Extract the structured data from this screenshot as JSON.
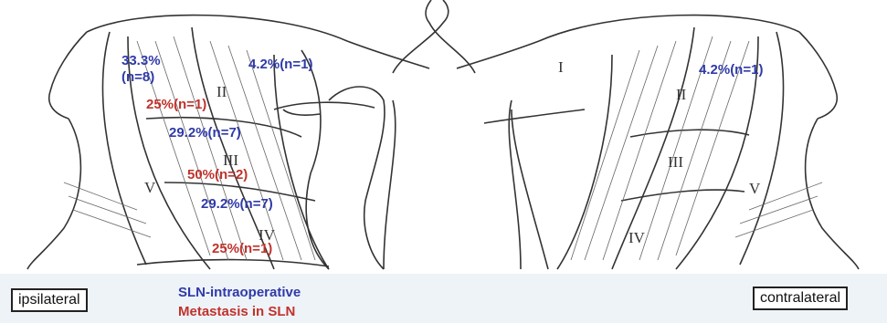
{
  "labels": {
    "blue": [
      "33.3%",
      "(n=8)",
      "4.2%(n=1)",
      "29.2%(n=7)",
      "29.2%(n=7)",
      "4.2%(n=1)"
    ],
    "red": [
      "25%(n=1)",
      "50%(n=2)",
      "25%(n=1)"
    ],
    "levels_left": [
      "II",
      "III",
      "V",
      "IV"
    ],
    "levels_right": [
      "I",
      "II",
      "III",
      "V",
      "IV"
    ]
  },
  "footer": {
    "ipsilateral": "ipsilateral",
    "contralateral": "contralateral",
    "legend_blue": "SLN-intraoperative",
    "legend_red": "Metastasis in SLN"
  },
  "colors": {
    "blue": "#2f3aa8",
    "red": "#c0322c",
    "line": "#333333"
  }
}
